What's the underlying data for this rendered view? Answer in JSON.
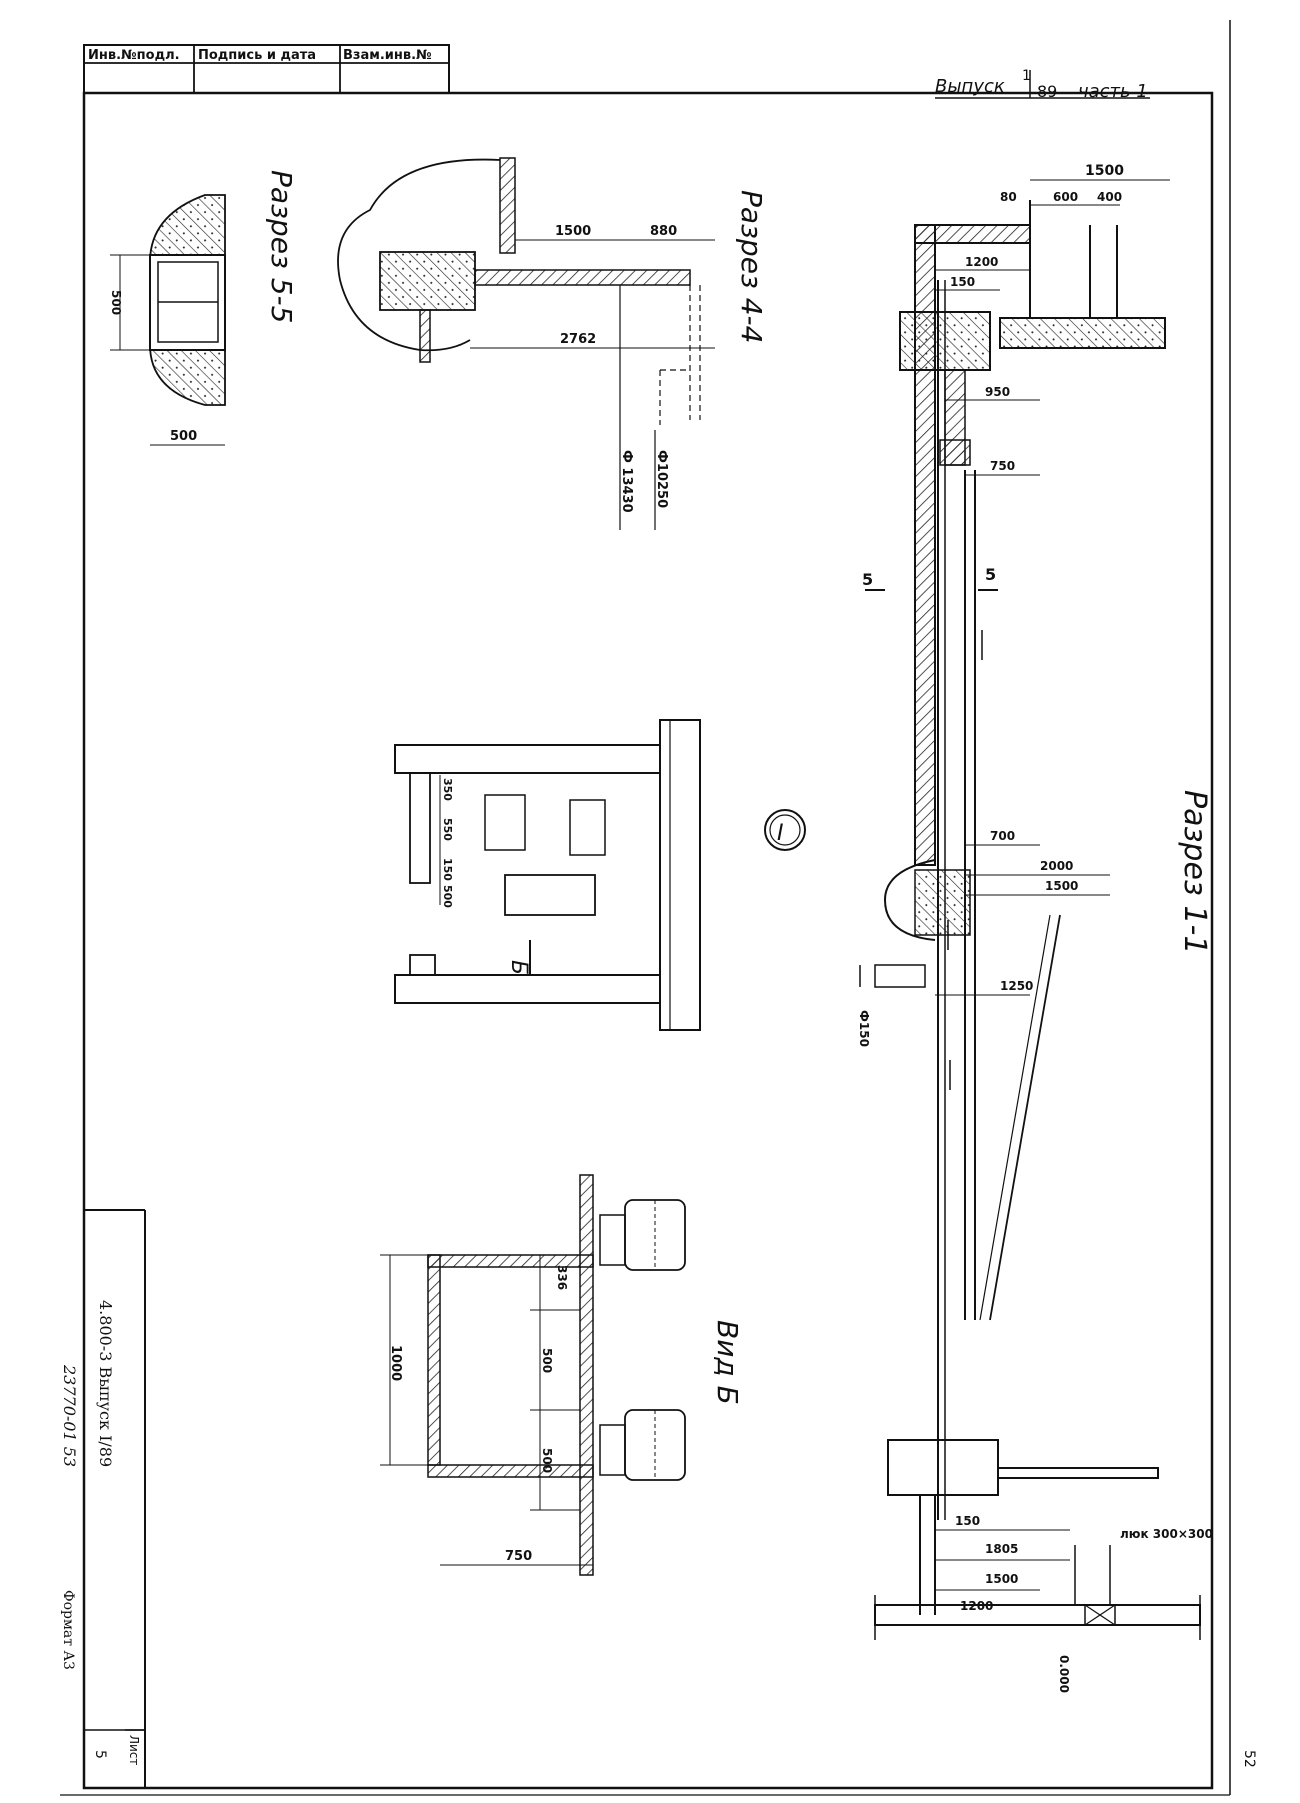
{
  "stamp": {
    "col1": "Инв.№подл.",
    "col2": "Подпись и дата",
    "col3": "Взам.инв.№"
  },
  "header": {
    "series_label": "Выпуск",
    "series_num": "1",
    "series_year": "89",
    "part_label": "часть 1"
  },
  "sections": {
    "s11": "Разрез 1-1",
    "s44": "Разрез 4-4",
    "s55": "Разрез 5-5",
    "view_b": "Вид Б",
    "node1": "I",
    "arrow_b": "Б",
    "sec5_mark": "5"
  },
  "dimensions": {
    "d1500a": "1500",
    "d80": "80",
    "d600": "600",
    "d400": "400",
    "d1200a": "1200",
    "d150a": "150",
    "d950": "950",
    "d750a": "750",
    "d700": "700",
    "d2000": "2000",
    "d1500b": "1500",
    "d1250": "1250",
    "phi150": "Ф150",
    "d150b": "150",
    "d1805": "1805",
    "d1500c": "1500",
    "d1200b": "1200",
    "hatch": "люк 300×300",
    "zero": "0.000",
    "s44_1500": "1500",
    "s44_880": "880",
    "s44_2762": "2762",
    "phi13430": "Ф 13430",
    "phi10250": "Ф10250",
    "s55_500v": "500",
    "s55_500h": "500",
    "n1_350": "350",
    "n1_550": "550",
    "n1_150": "150",
    "n1_500": "500",
    "vb_1000": "1000",
    "vb_336": "336",
    "vb_500a": "500",
    "vb_500b": "500",
    "vb_750": "750"
  },
  "title_block": {
    "doc_code": "4.800-3 Выпуск I/89",
    "inv": "23770-01   53",
    "format": "Формат А3",
    "sheet_label": "Лист",
    "sheet_num": "5",
    "page_num": "52"
  }
}
